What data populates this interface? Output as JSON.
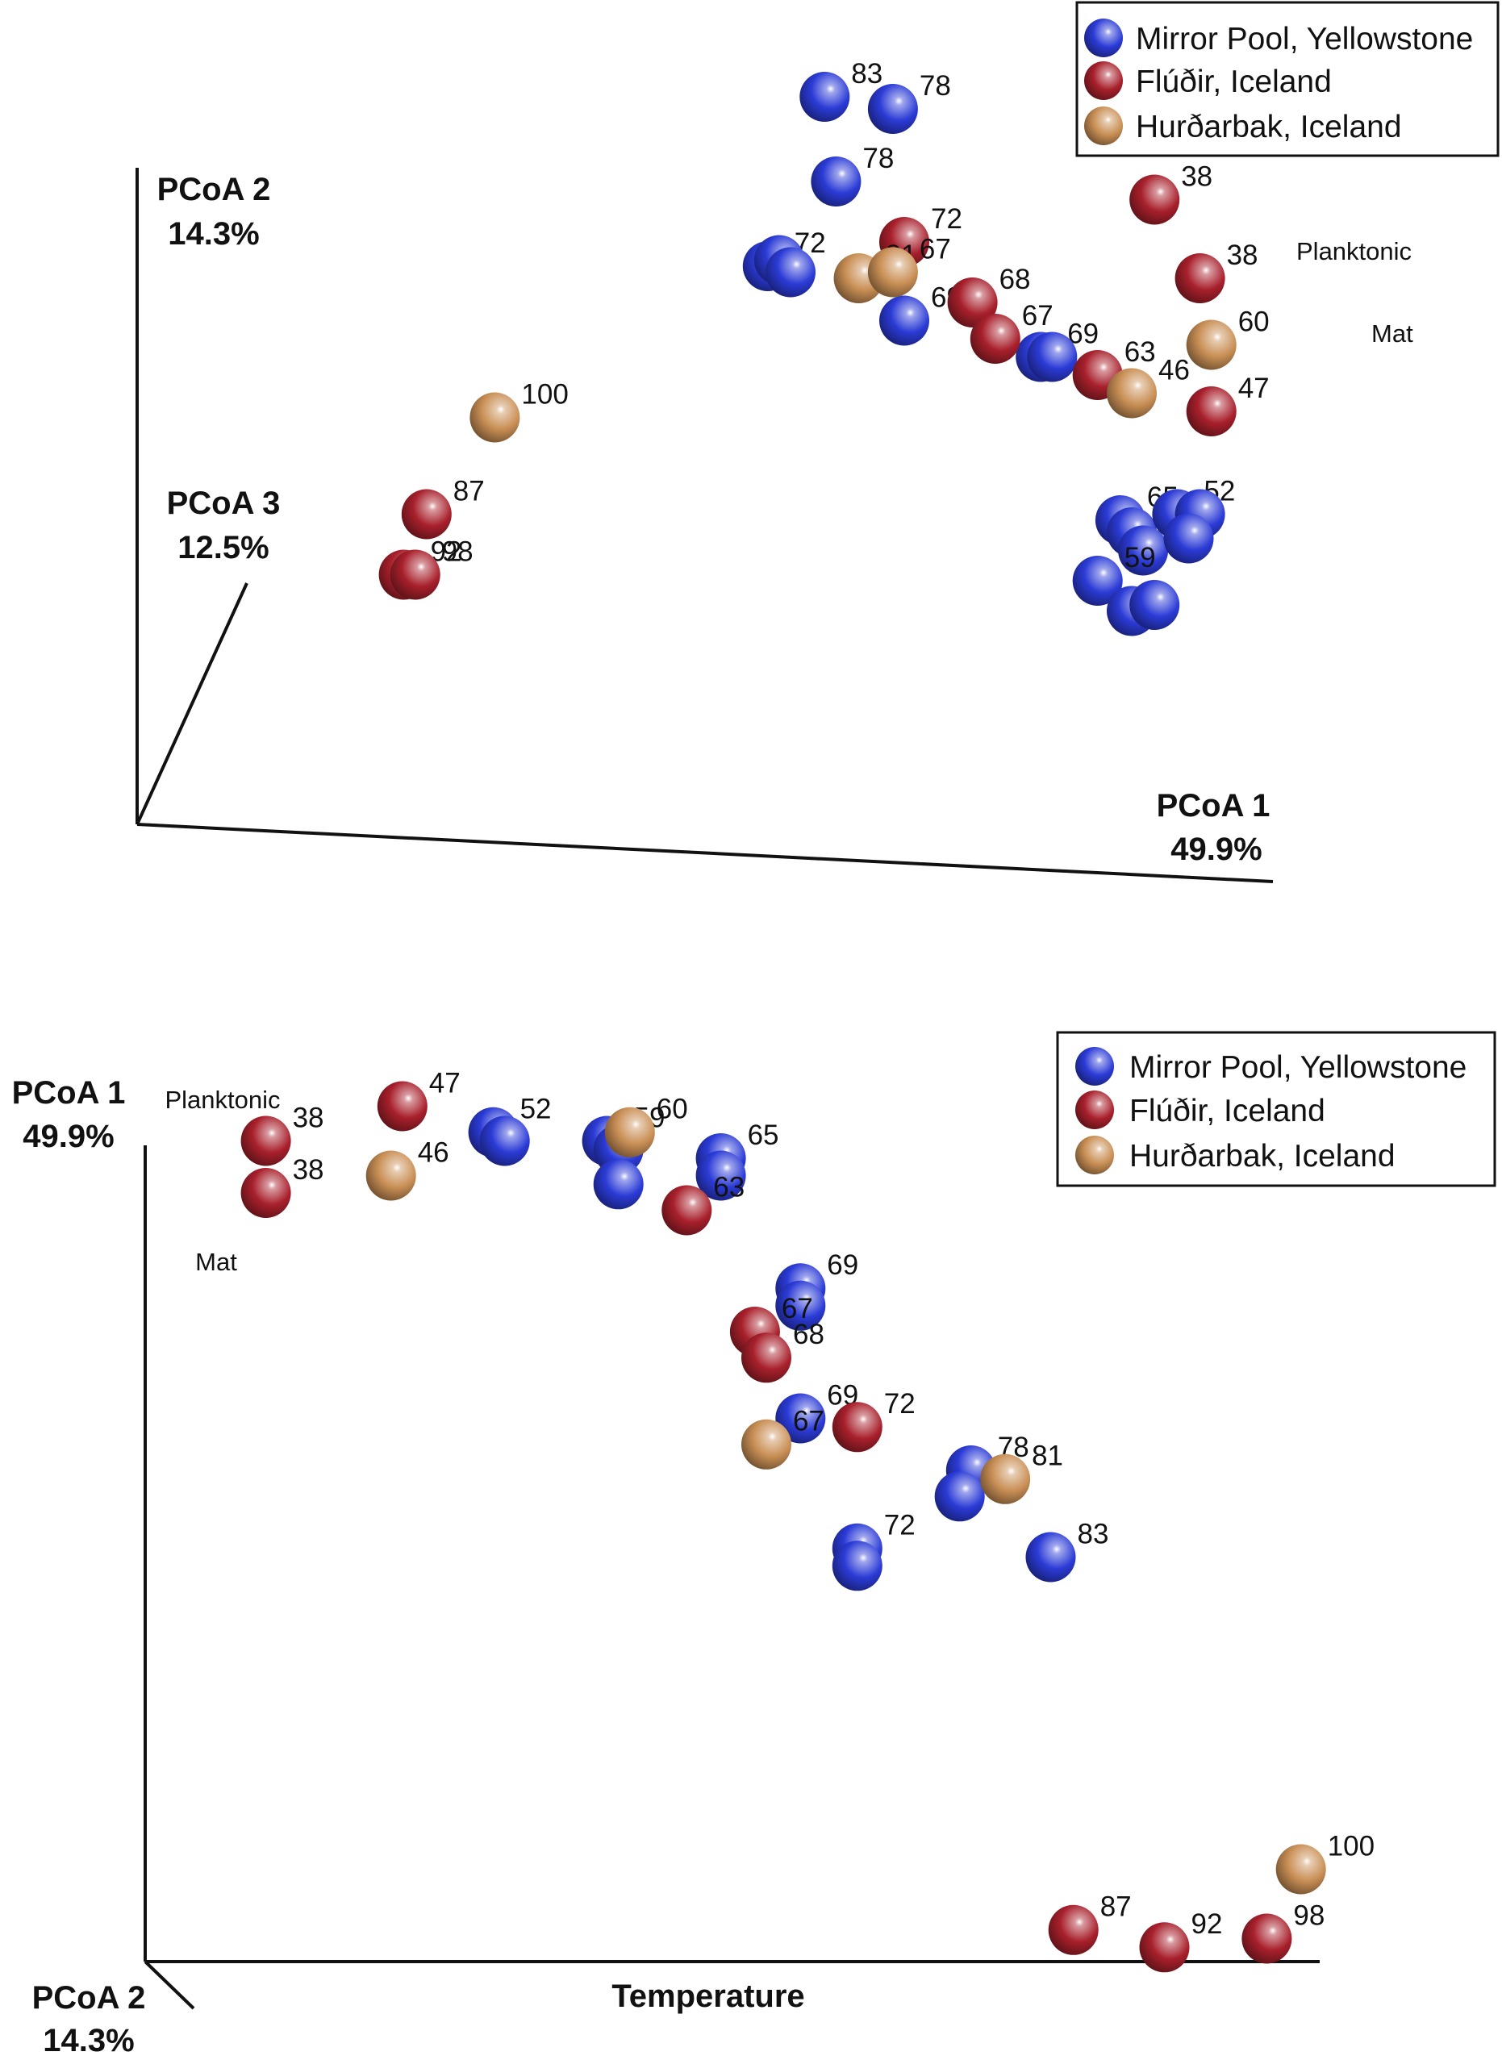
{
  "colors": {
    "mirror_pool": "#2b3bd6",
    "fludir": "#a8202c",
    "hurdarbak": "#c98f55"
  },
  "chart_data": [
    {
      "type": "scatter",
      "subtype": "3d-pcoa",
      "axes": {
        "pcoa1": {
          "label": "PCoA 1",
          "value": "49.9%"
        },
        "pcoa2": {
          "label": "PCoA 2",
          "value": "14.3%"
        },
        "pcoa3": {
          "label": "PCoA 3",
          "value": "12.5%"
        }
      },
      "legend": {
        "placement": "top-right",
        "entries": [
          {
            "key": "mirror_pool",
            "label": "Mirror Pool, Yellowstone"
          },
          {
            "key": "fludir",
            "label": "Flúðir, Iceland"
          },
          {
            "key": "hurdarbak",
            "label": "Hurðarbak, Iceland"
          }
        ]
      },
      "annotations": {
        "planktonic": "Planktonic",
        "mat": "Mat"
      },
      "series": [
        {
          "key": "mirror_pool",
          "name": "Mirror Pool, Yellowstone",
          "points": [
            {
              "label": "83",
              "x": 0.53,
              "y": 1.0
            },
            {
              "label": "78",
              "x": 0.59,
              "y": 0.98
            },
            {
              "label": "78",
              "x": 0.54,
              "y": 0.86
            },
            {
              "label": "72",
              "x": 0.48,
              "y": 0.72
            },
            {
              "label": "",
              "x": 0.49,
              "y": 0.73
            },
            {
              "label": "",
              "x": 0.5,
              "y": 0.71
            },
            {
              "label": "69",
              "x": 0.6,
              "y": 0.63
            },
            {
              "label": "69",
              "x": 0.72,
              "y": 0.57
            },
            {
              "label": "",
              "x": 0.73,
              "y": 0.57
            },
            {
              "label": "65",
              "x": 0.79,
              "y": 0.3
            },
            {
              "label": "",
              "x": 0.8,
              "y": 0.28
            },
            {
              "label": "",
              "x": 0.81,
              "y": 0.25
            },
            {
              "label": "52",
              "x": 0.84,
              "y": 0.31
            },
            {
              "label": "",
              "x": 0.86,
              "y": 0.31
            },
            {
              "label": "",
              "x": 0.85,
              "y": 0.27
            },
            {
              "label": "59",
              "x": 0.77,
              "y": 0.2
            },
            {
              "label": "",
              "x": 0.8,
              "y": 0.15
            },
            {
              "label": "",
              "x": 0.82,
              "y": 0.16
            }
          ]
        },
        {
          "key": "fludir",
          "name": "Flúðir, Iceland",
          "points": [
            {
              "label": "72",
              "x": 0.6,
              "y": 0.76
            },
            {
              "label": "68",
              "x": 0.66,
              "y": 0.66
            },
            {
              "label": "67",
              "x": 0.68,
              "y": 0.6
            },
            {
              "label": "63",
              "x": 0.77,
              "y": 0.54
            },
            {
              "label": "38",
              "x": 0.82,
              "y": 0.83
            },
            {
              "label": "38",
              "x": 0.86,
              "y": 0.7
            },
            {
              "label": "47",
              "x": 0.87,
              "y": 0.48
            },
            {
              "label": "87",
              "x": 0.18,
              "y": 0.31
            },
            {
              "label": "92",
              "x": 0.16,
              "y": 0.21
            },
            {
              "label": "98",
              "x": 0.17,
              "y": 0.21
            }
          ]
        },
        {
          "key": "hurdarbak",
          "name": "Hurðarbak, Iceland",
          "points": [
            {
              "label": "81",
              "x": 0.56,
              "y": 0.7
            },
            {
              "label": "67",
              "x": 0.59,
              "y": 0.71
            },
            {
              "label": "46",
              "x": 0.8,
              "y": 0.51
            },
            {
              "label": "60",
              "x": 0.87,
              "y": 0.59
            },
            {
              "label": "100",
              "x": 0.24,
              "y": 0.47
            }
          ]
        }
      ]
    },
    {
      "type": "scatter",
      "subtype": "pcoa",
      "axes": {
        "y": {
          "label": "PCoA 1",
          "value": "49.9%"
        },
        "depth": {
          "label": "PCoA 2",
          "value": "14.3%"
        },
        "x": {
          "label": "Temperature"
        }
      },
      "legend": {
        "placement": "top-right",
        "entries": [
          {
            "key": "mirror_pool",
            "label": "Mirror Pool, Yellowstone"
          },
          {
            "key": "fludir",
            "label": "Flúðir, Iceland"
          },
          {
            "key": "hurdarbak",
            "label": "Hurðarbak, Iceland"
          }
        ]
      },
      "annotations": {
        "planktonic": "Planktonic",
        "mat": "Mat"
      },
      "series": [
        {
          "key": "mirror_pool",
          "name": "Mirror Pool, Yellowstone",
          "points": [
            {
              "label": "52",
              "x": 0.26,
              "y": 0.95
            },
            {
              "label": "",
              "x": 0.27,
              "y": 0.94
            },
            {
              "label": "59",
              "x": 0.36,
              "y": 0.94
            },
            {
              "label": "",
              "x": 0.37,
              "y": 0.93
            },
            {
              "label": "",
              "x": 0.37,
              "y": 0.89
            },
            {
              "label": "65",
              "x": 0.46,
              "y": 0.92
            },
            {
              "label": "",
              "x": 0.46,
              "y": 0.9
            },
            {
              "label": "69",
              "x": 0.53,
              "y": 0.77
            },
            {
              "label": "",
              "x": 0.53,
              "y": 0.75
            },
            {
              "label": "69",
              "x": 0.53,
              "y": 0.62
            },
            {
              "label": "78",
              "x": 0.68,
              "y": 0.56
            },
            {
              "label": "",
              "x": 0.67,
              "y": 0.53
            },
            {
              "label": "72",
              "x": 0.58,
              "y": 0.47
            },
            {
              "label": "",
              "x": 0.58,
              "y": 0.45
            },
            {
              "label": "83",
              "x": 0.75,
              "y": 0.46
            }
          ]
        },
        {
          "key": "fludir",
          "name": "Flúðir, Iceland",
          "points": [
            {
              "label": "38",
              "x": 0.06,
              "y": 0.94
            },
            {
              "label": "38",
              "x": 0.06,
              "y": 0.88
            },
            {
              "label": "47",
              "x": 0.18,
              "y": 0.98
            },
            {
              "label": "63",
              "x": 0.43,
              "y": 0.86
            },
            {
              "label": "67",
              "x": 0.49,
              "y": 0.72
            },
            {
              "label": "68",
              "x": 0.5,
              "y": 0.69
            },
            {
              "label": "72",
              "x": 0.58,
              "y": 0.61
            },
            {
              "label": "87",
              "x": 0.77,
              "y": 0.03
            },
            {
              "label": "92",
              "x": 0.85,
              "y": 0.01
            },
            {
              "label": "98",
              "x": 0.94,
              "y": 0.02
            }
          ]
        },
        {
          "key": "hurdarbak",
          "name": "Hurðarbak, Iceland",
          "points": [
            {
              "label": "46",
              "x": 0.17,
              "y": 0.9
            },
            {
              "label": "60",
              "x": 0.38,
              "y": 0.95
            },
            {
              "label": "67",
              "x": 0.5,
              "y": 0.59
            },
            {
              "label": "81",
              "x": 0.71,
              "y": 0.55
            },
            {
              "label": "100",
              "x": 0.97,
              "y": 0.1
            }
          ]
        }
      ]
    }
  ]
}
